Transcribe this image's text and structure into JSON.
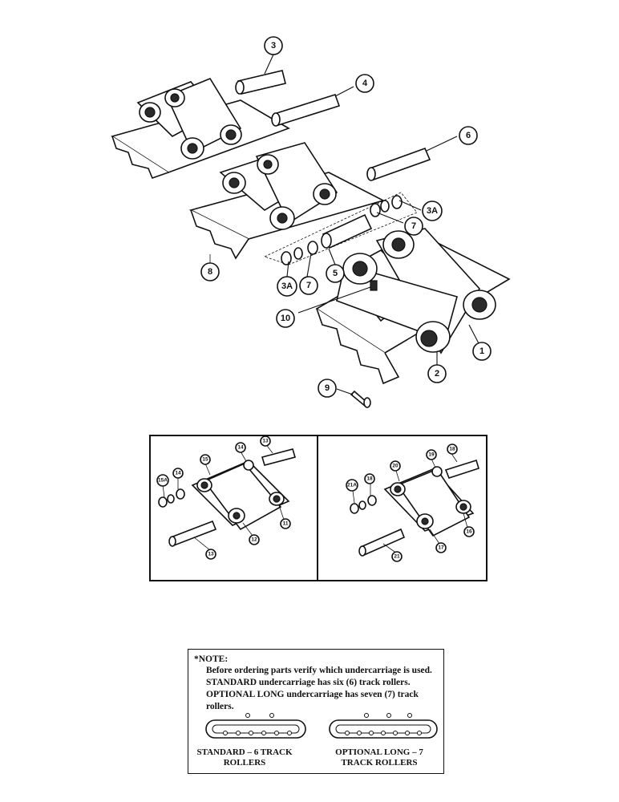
{
  "main_callouts": [
    "3",
    "4",
    "6",
    "3A",
    "7",
    "8",
    "5",
    "7",
    "3A",
    "10",
    "1",
    "2",
    "9"
  ],
  "inset_left_callouts": [
    "14",
    "13",
    "15",
    "15A",
    "14",
    "11",
    "12",
    "13"
  ],
  "inset_right_callouts": [
    "19",
    "18",
    "20",
    "21A",
    "18",
    "16",
    "17",
    "21"
  ],
  "note": {
    "heading": "*NOTE:",
    "body": "Before ordering parts verify which undercarriage is used. STANDARD undercarriage has six (6) track rollers. OPTIONAL LONG undercarriage has seven (7) track rollers.",
    "standard_caption": "STANDARD – 6 TRACK ROLLERS",
    "optional_caption": "OPTIONAL LONG – 7 TRACK ROLLERS"
  }
}
